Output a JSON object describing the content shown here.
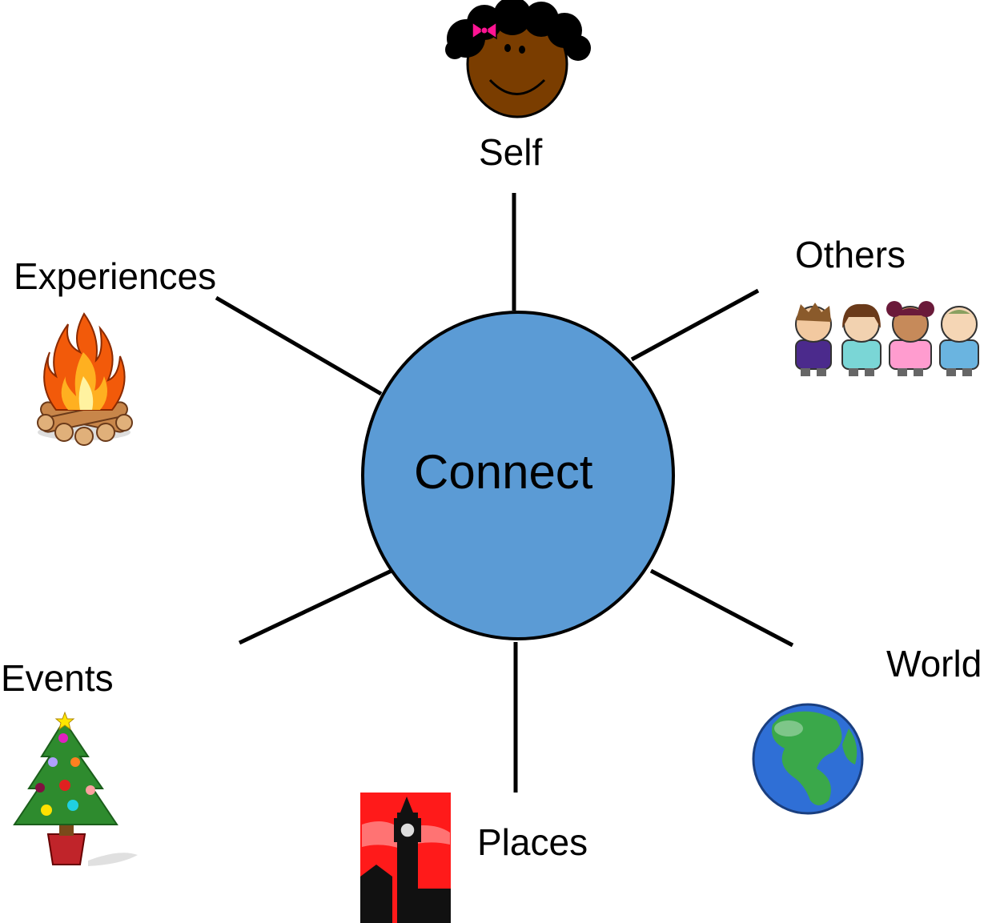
{
  "center": {
    "label": "Connect",
    "fill": "#5b9bd5"
  },
  "nodes": {
    "self": {
      "label": "Self",
      "icon": "girl-face-icon"
    },
    "others": {
      "label": "Others",
      "icon": "children-group-icon"
    },
    "world": {
      "label": "World",
      "icon": "globe-icon"
    },
    "places": {
      "label": "Places",
      "icon": "big-ben-icon"
    },
    "events": {
      "label": "Events",
      "icon": "christmas-tree-icon"
    },
    "experiences": {
      "label": "Experiences",
      "icon": "campfire-icon"
    }
  }
}
